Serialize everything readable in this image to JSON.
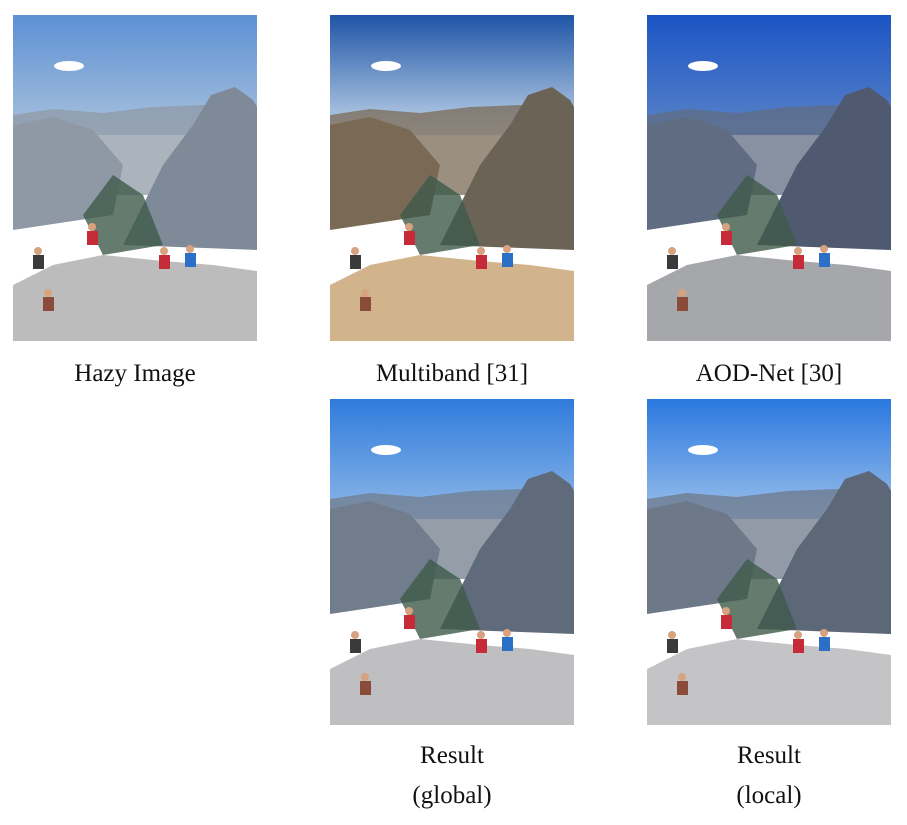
{
  "figure": {
    "panels": [
      {
        "id": "hazy",
        "caption": [
          "Hazy Image"
        ],
        "sky": [
          "#5d90d4",
          "#a9c2dd"
        ],
        "mountain": "#8f99a6",
        "rock": "#bcbcbc",
        "dome": "#7f8a99"
      },
      {
        "id": "multiband",
        "caption": [
          "Multiband [31]"
        ],
        "sky": [
          "#1f55a6",
          "#c3d6ea"
        ],
        "mountain": "#7a6a55",
        "rock": "#d2b48c",
        "dome": "#6c6357"
      },
      {
        "id": "aod",
        "caption": [
          "AOD-Net [30]"
        ],
        "sky": [
          "#1b54c4",
          "#5a84c8"
        ],
        "mountain": "#5f6c82",
        "rock": "#a6a7ab",
        "dome": "#4f5a70"
      },
      {
        "id": "global",
        "caption": [
          "Result",
          "(global)"
        ],
        "sky": [
          "#2f7bdc",
          "#8fb8e8"
        ],
        "mountain": "#717c8c",
        "rock": "#bfbfc2",
        "dome": "#5f6a7b"
      },
      {
        "id": "local",
        "caption": [
          "Result",
          "(local)"
        ],
        "sky": [
          "#2a78e0",
          "#9cc0ea"
        ],
        "mountain": "#6d7889",
        "rock": "#c4c4c6",
        "dome": "#5c6778"
      }
    ]
  }
}
